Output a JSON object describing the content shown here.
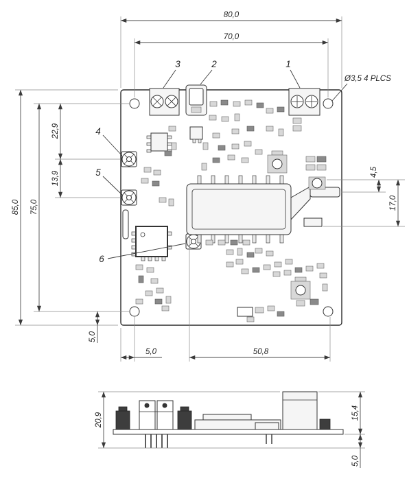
{
  "top_view": {
    "dims": {
      "overall_width": "80,0",
      "hole_span_width": "70,0",
      "overall_height": "85,0",
      "hole_span_height": "75,0",
      "sma4_offset": "22,9",
      "sma5_offset": "13,9",
      "hole_margin_bottom": "5,0",
      "hole_margin_left": "5,0",
      "laser_span": "50,8",
      "fiber_offset": "4,5",
      "fiber_center_height": "17,0",
      "hole_note": "Ø3,5 4 PLCS"
    },
    "callouts": {
      "c1": "1",
      "c2": "2",
      "c3": "3",
      "c4": "4",
      "c5": "5",
      "c6": "6"
    }
  },
  "side_view": {
    "dims": {
      "overall_height": "20,9",
      "connector_height": "15,4",
      "pin_protrusion": "5,0"
    }
  }
}
